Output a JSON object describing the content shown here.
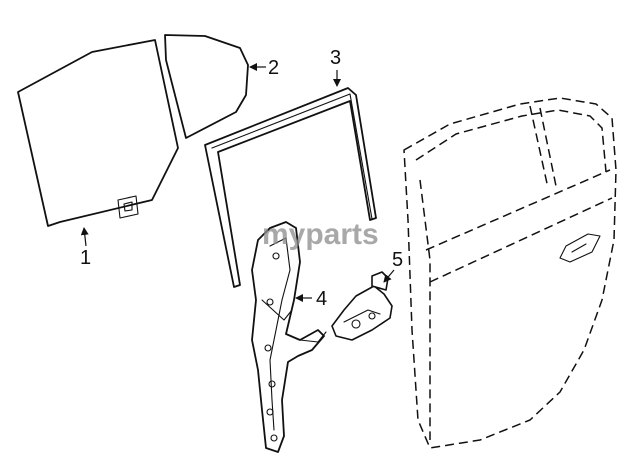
{
  "watermark": "myparts",
  "callouts": [
    "1",
    "2",
    "3",
    "4",
    "5"
  ],
  "colors": {
    "line": "#111111",
    "watermark": "#8c8c8c",
    "background": "#ffffff"
  }
}
